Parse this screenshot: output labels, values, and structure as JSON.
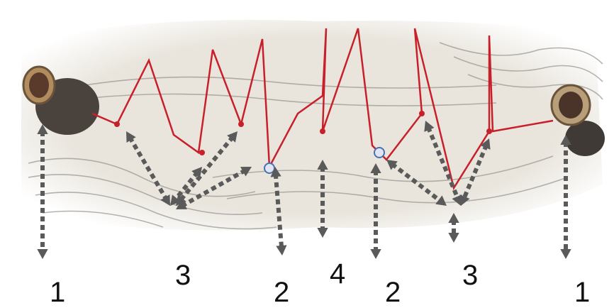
{
  "figure": {
    "labels": [
      "1",
      "3",
      "2",
      "4",
      "2",
      "3",
      "1"
    ]
  },
  "colors": {
    "arrow": "#5a5a5a",
    "string": "#c8202a",
    "background": "#ffffff",
    "paper": "#e8e4dc"
  }
}
